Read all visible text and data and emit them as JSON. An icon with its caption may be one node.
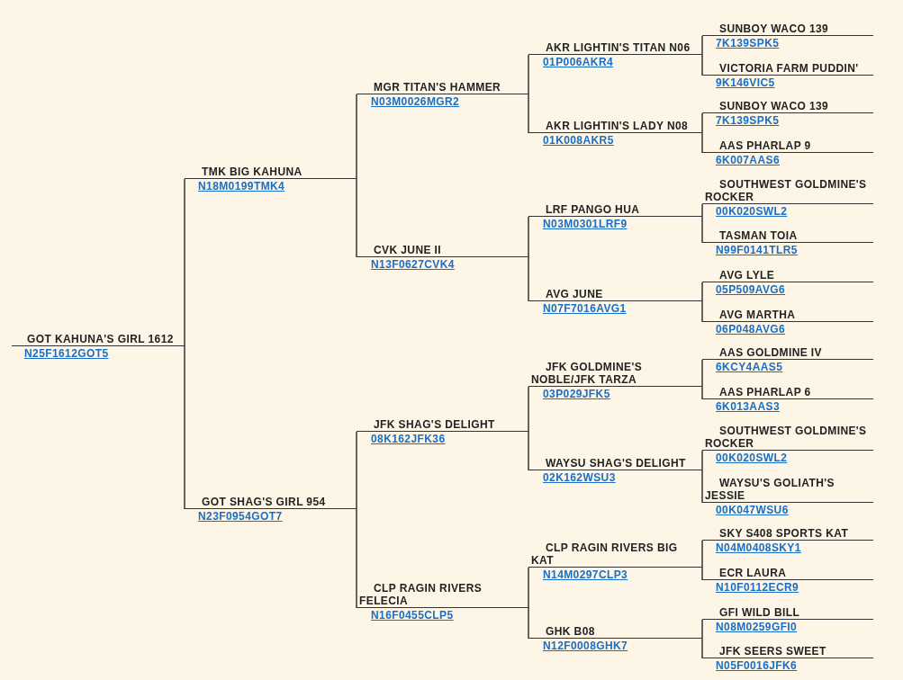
{
  "diagram": {
    "nodes": [
      {
        "text": [
          "GOT KAHUNA'S GIRL 1612",
          "N25F1612GOT5"
        ]
      },
      {
        "text": [
          "TMK BIG KAHUNA",
          "N18M0199TMK4"
        ]
      },
      {
        "text": [
          "GOT SHAG'S GIRL 954",
          "N23F0954GOT7"
        ]
      },
      {
        "text": [
          "MGR TITAN'S HAMMER",
          "N03M0026MGR2"
        ]
      },
      {
        "text": [
          "CVK JUNE II",
          "N13F0627CVK4"
        ]
      },
      {
        "text": [
          "JFK SHAG'S DELIGHT",
          "08K162JFK36"
        ]
      },
      {
        "text": [
          "CLP RAGIN RIVERS FELECIA",
          "N16F0455CLP5"
        ]
      },
      {
        "text": [
          "AKR LIGHTIN'S TITAN N06",
          "01P006AKR4"
        ]
      },
      {
        "text": [
          "AKR LIGHTIN'S LADY N08",
          "01K008AKR5"
        ]
      },
      {
        "text": [
          "LRF PANGO HUA",
          "N03M0301LRF9"
        ]
      },
      {
        "text": [
          "AVG JUNE",
          "N07F7016AVG1"
        ]
      },
      {
        "text": [
          "JFK GOLDMINE'S NOBLE/JFK TARZA",
          "03P029JFK5"
        ]
      },
      {
        "text": [
          "WAYSU SHAG'S DELIGHT",
          "02K162WSU3"
        ]
      },
      {
        "text": [
          "CLP RAGIN RIVERS BIG KAT",
          "N14M0297CLP3"
        ]
      },
      {
        "text": [
          "GHK B08",
          "N12F0008GHK7"
        ]
      },
      {
        "text": [
          "SUNBOY WACO 139",
          "7K139SPK5"
        ]
      },
      {
        "text": [
          "VICTORIA FARM PUDDIN'",
          "9K146VIC5"
        ]
      },
      {
        "text": [
          "SUNBOY WACO 139",
          "7K139SPK5"
        ]
      },
      {
        "text": [
          "AAS PHARLAP 9",
          "6K007AAS6"
        ]
      },
      {
        "text": [
          "SOUTHWEST GOLDMINE'S ROCKER",
          "00K020SWL2"
        ]
      },
      {
        "text": [
          "TASMAN TOIA",
          "N99F0141TLR5"
        ]
      },
      {
        "text": [
          "AVG LYLE",
          "05P509AVG6"
        ]
      },
      {
        "text": [
          "AVG MARTHA",
          "06P048AVG6"
        ]
      },
      {
        "text": [
          "AAS GOLDMINE IV",
          "6KCY4AAS5"
        ]
      },
      {
        "text": [
          "AAS PHARLAP 6",
          "6K013AAS3"
        ]
      },
      {
        "text": [
          "SOUTHWEST GOLDMINE'S ROCKER",
          "00K020SWL2"
        ]
      },
      {
        "text": [
          "WAYSU'S GOLIATH'S JESSIE",
          "00K047WSU6"
        ]
      },
      {
        "text": [
          "SKY S408 SPORTS KAT",
          "N04M0408SKY1"
        ]
      },
      {
        "text": [
          "ECR LAURA",
          "N10F0112ECR9"
        ]
      },
      {
        "text": [
          "GFI WILD BILL",
          "N08M0259GFI0"
        ]
      },
      {
        "text": [
          "JFK SEERS SWEET",
          "N05F0016JFK6"
        ]
      }
    ],
    "edges": [
      {
        "from": 0,
        "to": 1,
        "arrow": "none"
      },
      {
        "from": 0,
        "to": 2,
        "arrow": "none"
      },
      {
        "from": 1,
        "to": 3,
        "arrow": "none"
      },
      {
        "from": 1,
        "to": 4,
        "arrow": "none"
      },
      {
        "from": 2,
        "to": 5,
        "arrow": "none"
      },
      {
        "from": 2,
        "to": 6,
        "arrow": "none"
      },
      {
        "from": 3,
        "to": 7,
        "arrow": "none"
      },
      {
        "from": 3,
        "to": 8,
        "arrow": "none"
      },
      {
        "from": 4,
        "to": 9,
        "arrow": "none"
      },
      {
        "from": 4,
        "to": 10,
        "arrow": "none"
      },
      {
        "from": 5,
        "to": 11,
        "arrow": "none"
      },
      {
        "from": 5,
        "to": 12,
        "arrow": "none"
      },
      {
        "from": 6,
        "to": 13,
        "arrow": "none"
      },
      {
        "from": 6,
        "to": 14,
        "arrow": "none"
      },
      {
        "from": 7,
        "to": 15,
        "arrow": "none"
      },
      {
        "from": 7,
        "to": 16,
        "arrow": "none"
      },
      {
        "from": 8,
        "to": 17,
        "arrow": "none"
      },
      {
        "from": 8,
        "to": 18,
        "arrow": "none"
      },
      {
        "from": 9,
        "to": 19,
        "arrow": "none"
      },
      {
        "from": 9,
        "to": 20,
        "arrow": "none"
      },
      {
        "from": 10,
        "to": 21,
        "arrow": "none"
      },
      {
        "from": 10,
        "to": 22,
        "arrow": "none"
      },
      {
        "from": 11,
        "to": 23,
        "arrow": "none"
      },
      {
        "from": 11,
        "to": 24,
        "arrow": "none"
      },
      {
        "from": 12,
        "to": 25,
        "arrow": "none"
      },
      {
        "from": 12,
        "to": 26,
        "arrow": "none"
      },
      {
        "from": 13,
        "to": 27,
        "arrow": "none"
      },
      {
        "from": 13,
        "to": 28,
        "arrow": "none"
      },
      {
        "from": 14,
        "to": 29,
        "arrow": "none"
      },
      {
        "from": 14,
        "to": 30,
        "arrow": "none"
      }
    ]
  }
}
